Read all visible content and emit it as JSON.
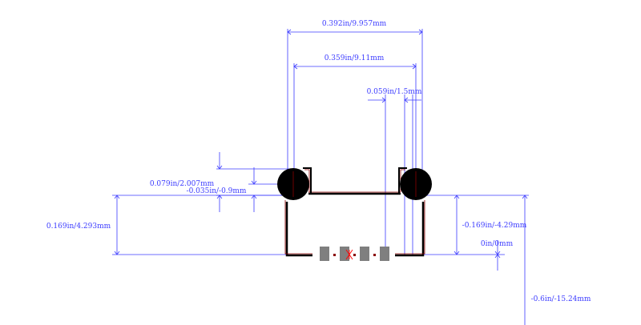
{
  "colors": {
    "background": "#ffffff",
    "dimension": "#3b3bff",
    "outline": "#000000",
    "silkscreen": "#8b0000",
    "pad_body": "#7f7f7f",
    "hole_fill": "#000000",
    "origin_marker": "#ff0000"
  },
  "dimensions": {
    "overall_width": "0.392in/9.957mm",
    "hole_spacing": "0.359in/9.11mm",
    "pad_offset": "0.059in/1.5mm",
    "hole_height": "0.079in/2.007mm",
    "hole_offset": "-0.035in/-0.9mm",
    "body_height": "0.169in/4.293mm",
    "body_height_neg": "-0.169in/-4.29mm",
    "origin": "0in/0mm",
    "total_height": "-0.6in/-15.24mm"
  },
  "components": {
    "mounting_holes": 2,
    "smd_pads": 4
  }
}
